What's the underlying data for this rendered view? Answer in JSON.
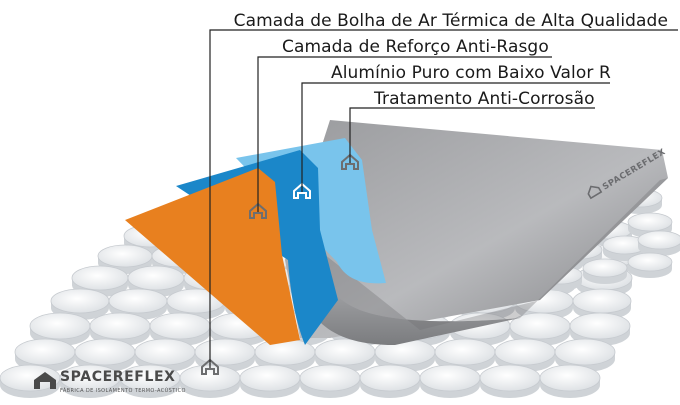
{
  "callouts": [
    "Camada de Bolha de Ar Térmica de Alta Qualidade",
    "Camada de Reforço Anti-Rasgo",
    "Alumínio Puro com Baixo Valor R",
    "Tratamento Anti-Corrosão"
  ],
  "brand": {
    "name": "SPACEREFLEX",
    "tagline": "FÁBRICA DE ISOLAMENTO TERMO-ACÚSTICO"
  },
  "layer_colors": {
    "orange": "#e8801f",
    "blue": "#1b87c9",
    "light_blue": "#79c4ec",
    "grey": "#8c8d90",
    "bubble": "#e9ecef"
  }
}
